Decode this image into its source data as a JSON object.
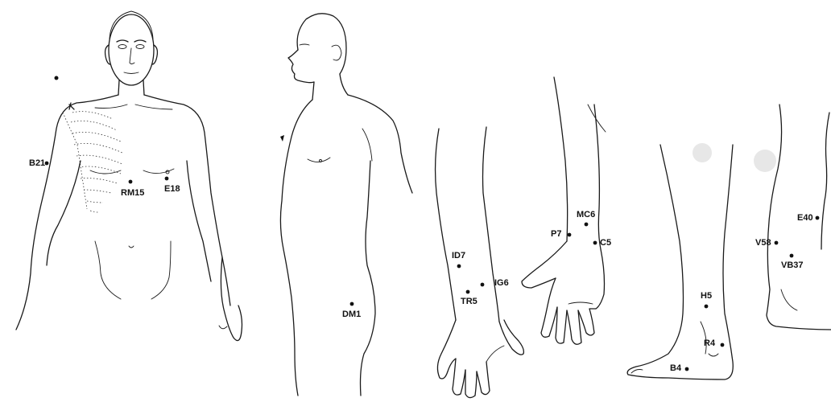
{
  "points": [
    {
      "id": "B21",
      "label": "B21"
    },
    {
      "id": "RM15",
      "label": "RM15"
    },
    {
      "id": "E18",
      "label": "E18"
    },
    {
      "id": "DM1",
      "label": "DM1"
    },
    {
      "id": "ID7",
      "label": "ID7"
    },
    {
      "id": "IG6",
      "label": "IG6"
    },
    {
      "id": "TR5",
      "label": "TR5"
    },
    {
      "id": "MC6",
      "label": "MC6"
    },
    {
      "id": "P7",
      "label": "P7"
    },
    {
      "id": "C5",
      "label": "C5"
    },
    {
      "id": "H5",
      "label": "H5"
    },
    {
      "id": "R4",
      "label": "R4"
    },
    {
      "id": "B4",
      "label": "B4"
    },
    {
      "id": "E40",
      "label": "E40"
    },
    {
      "id": "V58",
      "label": "V58"
    },
    {
      "id": "VB37",
      "label": "VB37"
    }
  ]
}
